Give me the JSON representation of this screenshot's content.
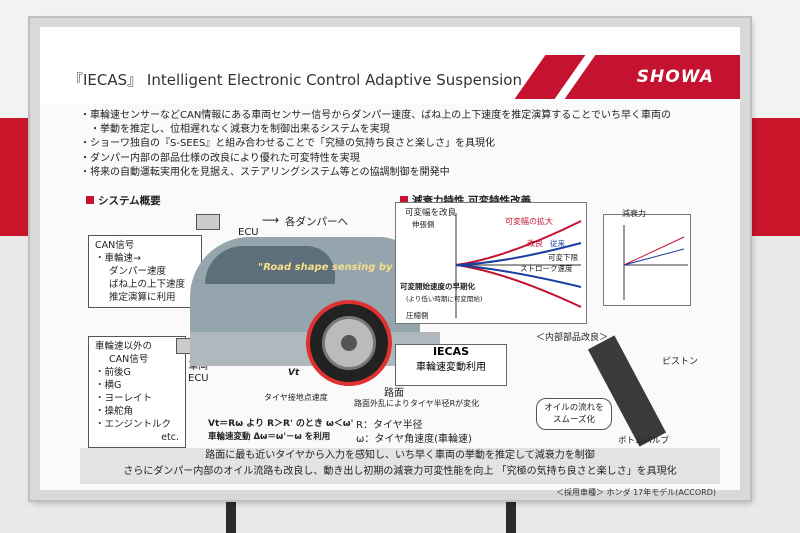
{
  "title": "『IECAS』 Intelligent Electronic Control Adaptive Suspension",
  "logo": "SHOWA",
  "bullets": [
    "車輪速センサーなどCAN情報にある車両センサー信号からダンパー速度、ばね上の上下速度を推定演算することでいち早く車両の",
    "挙動を推定し、位相遅れなく減衰力を制御出来るシステムを実現",
    "ショーワ独自の『S-SEES』と組み合わせることで「究極の気持ち良さと楽しさ」を具現化",
    "ダンパー内部の部品仕様の改良により優れた可変特性を実現",
    "将来の自動運転実用化を見据え、ステアリングシステム等との協調制御を開発中"
  ],
  "section_left": "システム概要",
  "section_right": "減衰力特性 可変特性改善",
  "ecu_label": "ECU",
  "to_dampers": "各ダンパーへ",
  "can_box": [
    "CAN信号",
    "・車輪速→",
    "ダンパー速度",
    "ばね上の上下速度",
    "推定演算に利用"
  ],
  "other_box": [
    "車輪速以外の",
    "CAN信号",
    "・前後G",
    "・横G",
    "・ヨーレイト",
    "・操舵角",
    "・エンジントルク",
    "etc."
  ],
  "vehicle_ecu": [
    "車両",
    "ECU"
  ],
  "road_shape": "\"Road shape sensing by tire\"",
  "iecas_badge": [
    "IECAS",
    "車輪速変動利用"
  ],
  "road_surface": "路面",
  "road_note": "路面外乱によりタイヤ半径Rが変化",
  "vt_label": "Vt",
  "vt_sub": "タイヤ接地点速度",
  "formula1": "Vt＝Rω より R＞R' のとき ω＜ω'",
  "formula2": "車輪速変動 Δω＝ω'－ω を利用",
  "legend1": "R：タイヤ半径",
  "legend2": "ω：タイヤ角速度(車輪速)",
  "graph_labels": {
    "variable_range": "可変幅を改良",
    "expansion": "伸張側",
    "range_expand": "可変幅の拡大",
    "improve": "改良",
    "before": "従来",
    "range_down": "可変下限",
    "stroke": "ストローク速度",
    "early": "可変開始速度の早期化",
    "early_sub": "(より低い時期に可変開始)",
    "compression": "圧縮側",
    "damping": "減衰力"
  },
  "inner_parts": "＜内部部品改良＞",
  "piston": "ピストン",
  "oil_flow": [
    "オイルの流れを",
    "スムーズ化"
  ],
  "bottom_valve": "ボトムバルブ",
  "summary": [
    "路面に最も近いタイヤから入力を感知し、いち早く車両の挙動を推定して減衰力を制御",
    "さらにダンパー内部のオイル流路も改良し、動き出し初期の減衰力可変性能を向上 「究極の気持ち良さと楽しさ」を具現化"
  ],
  "adopted": "＜採用車種＞ ホンダ 17年モデル(ACCORD)"
}
